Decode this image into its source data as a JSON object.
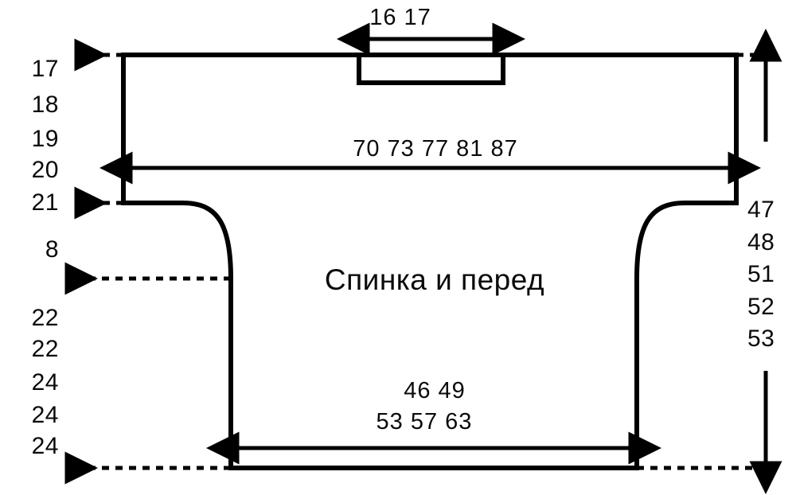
{
  "diagram": {
    "title": "Спинка и перед",
    "garment_piece": "sweater-back-and-front-schematic",
    "units_note": "",
    "line_color": "#000000",
    "background_color": "#ffffff",
    "left_labels": {
      "upper_group": [
        "17",
        "18",
        "19",
        "20",
        "21"
      ],
      "sleeve_depth": "8",
      "lower_group": [
        "22",
        "22",
        "24",
        "24",
        "24"
      ]
    },
    "right_labels": {
      "body_length_group": [
        "47",
        "48",
        "51",
        "52",
        "53"
      ]
    },
    "dimensions": {
      "neck_width": "16 17",
      "chest_width": "70 73 77  81 87",
      "hem_width_line1": "46  49",
      "hem_width_line2": "53  57 63"
    }
  },
  "chart_data": {
    "type": "diagram",
    "title": "Спинка и перед",
    "description": "Knitting schematic of a drop-shoulder sweater back/front panel with measurement callouts in centimetres for five sizes.",
    "measurements": [
      {
        "name": "neck-opening-width",
        "position": "top-center",
        "values": [
          "16",
          "17"
        ],
        "label": "16 17"
      },
      {
        "name": "full-width-at-sleeve-hem",
        "position": "upper-middle",
        "values": [
          "70",
          "73",
          "77",
          "81",
          "87"
        ],
        "label": "70 73 77  81 87"
      },
      {
        "name": "body-hem-width",
        "position": "bottom-center",
        "values": [
          "46",
          "49",
          "53",
          "57",
          "63"
        ],
        "label": "46  49 / 53  57 63"
      },
      {
        "name": "shoulder-to-sleeve-edge-depth",
        "position": "left-upper",
        "values": [
          "17",
          "18",
          "19",
          "20",
          "21"
        ],
        "label": "17 18 19 20 21"
      },
      {
        "name": "sleeve-curve-depth",
        "position": "left-middle",
        "values": [
          "8"
        ],
        "label": "8"
      },
      {
        "name": "underarm-to-hem-length",
        "position": "left-lower",
        "values": [
          "22",
          "22",
          "24",
          "24",
          "24"
        ],
        "label": "22 22 24 24 24"
      },
      {
        "name": "total-body-length",
        "position": "right",
        "values": [
          "47",
          "48",
          "51",
          "52",
          "53"
        ],
        "label": "47 48 51 52 53"
      }
    ]
  }
}
